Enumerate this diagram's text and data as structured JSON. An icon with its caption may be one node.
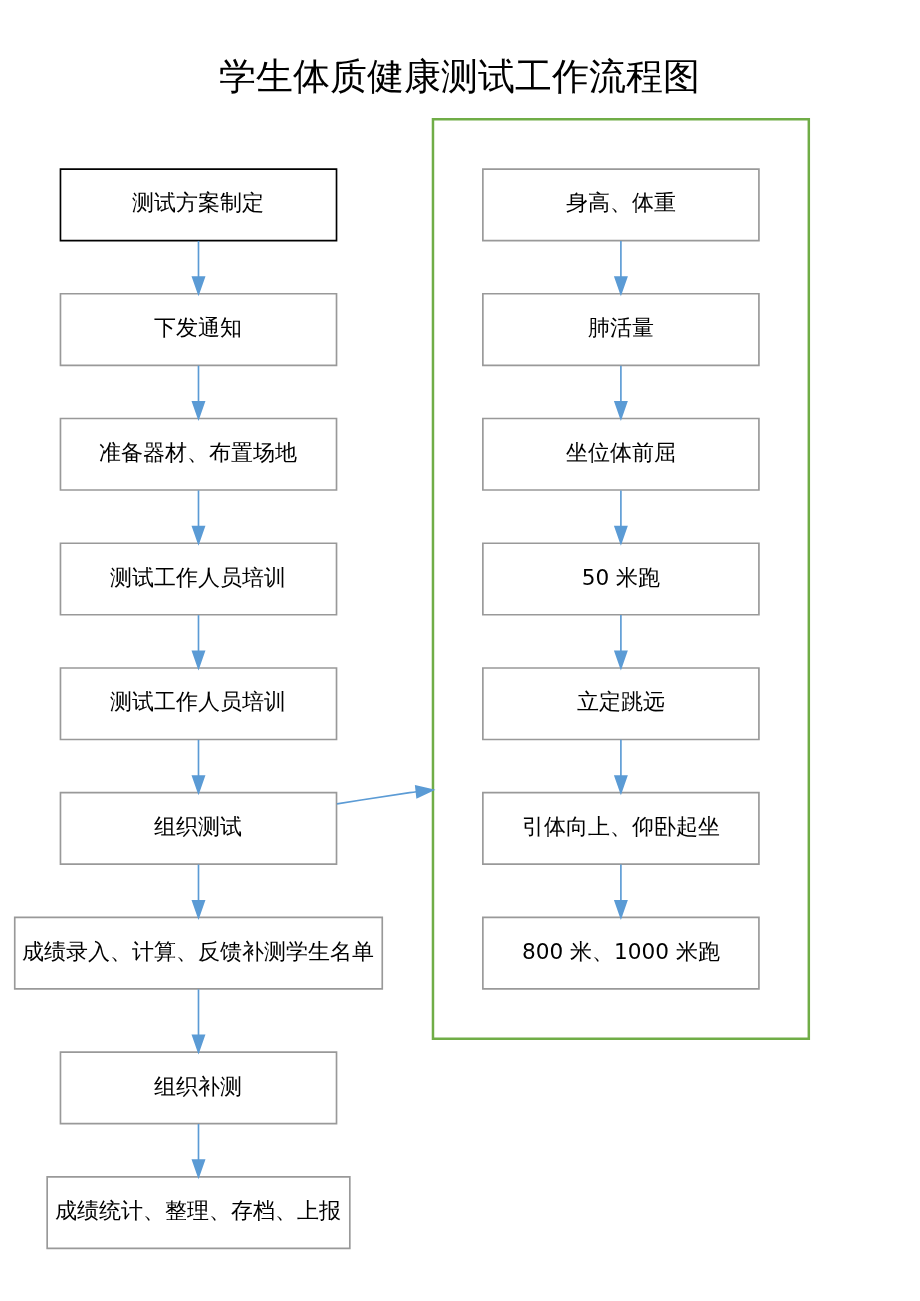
{
  "diagram": {
    "title": "学生体质健康测试工作流程图",
    "nodes": [
      {
        "text": [
          "测试方案制定"
        ]
      },
      {
        "text": [
          "下发通知"
        ]
      },
      {
        "text": [
          "准备器材、布置场地"
        ]
      },
      {
        "text": [
          "测试工作人员培训"
        ]
      },
      {
        "text": [
          "测试工作人员培训"
        ]
      },
      {
        "text": [
          "组织测试"
        ]
      },
      {
        "text": [
          "成绩录入、计算、反馈补测学生名单"
        ]
      },
      {
        "text": [
          "组织补测"
        ]
      },
      {
        "text": [
          "成绩统计、整理、存档、上报"
        ]
      },
      {
        "text": [],
        "shape": "box"
      },
      {
        "text": [
          "身高、体重"
        ],
        "in": 9
      },
      {
        "text": [
          "肺活量"
        ],
        "in": 9
      },
      {
        "text": [
          "坐位体前屈"
        ],
        "in": 9
      },
      {
        "text": [
          "50 米跑"
        ],
        "in": 9
      },
      {
        "text": [
          "立定跳远"
        ],
        "in": 9
      },
      {
        "text": [
          "引体向上、仰卧起坐"
        ],
        "in": 9
      },
      {
        "text": [
          "800 米、1000 米跑"
        ],
        "in": 9
      }
    ],
    "edges": [
      {
        "from": 0,
        "to": 1,
        "arrow": "to"
      },
      {
        "from": 1,
        "to": 2,
        "arrow": "to"
      },
      {
        "from": 2,
        "to": 3,
        "arrow": "to"
      },
      {
        "from": 3,
        "to": 4,
        "arrow": "to"
      },
      {
        "from": 4,
        "to": 5,
        "arrow": "to"
      },
      {
        "from": 5,
        "to": 6,
        "arrow": "to"
      },
      {
        "from": 6,
        "to": 7,
        "arrow": "to"
      },
      {
        "from": 7,
        "to": 8,
        "arrow": "to"
      },
      {
        "from": 5,
        "to": 9,
        "arrow": "to"
      },
      {
        "from": 10,
        "to": 11,
        "arrow": "to"
      },
      {
        "from": 11,
        "to": 12,
        "arrow": "to"
      },
      {
        "from": 12,
        "to": 13,
        "arrow": "to"
      },
      {
        "from": 13,
        "to": 14,
        "arrow": "to"
      },
      {
        "from": 14,
        "to": 15,
        "arrow": "to"
      },
      {
        "from": 15,
        "to": 16,
        "arrow": "to"
      }
    ]
  }
}
